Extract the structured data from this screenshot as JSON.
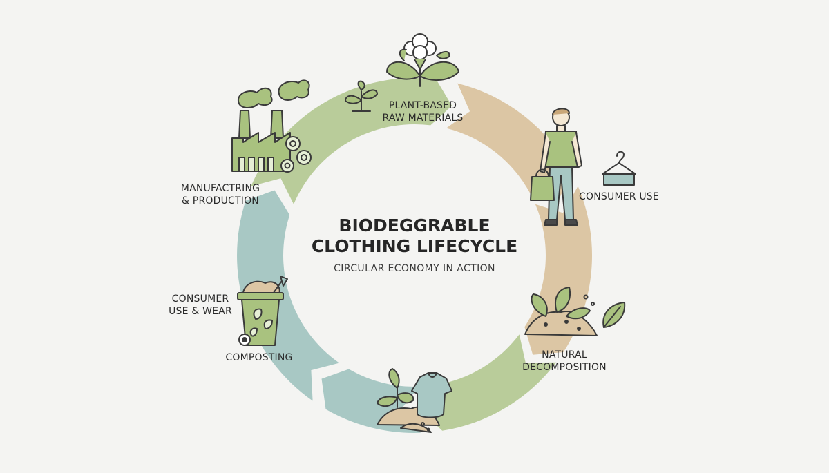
{
  "diagram": {
    "title": "BIODEGGRABLE\nCLOTHING LIFECYCLE",
    "subtitle": "CIRCULAR ECONOMY IN ACTION",
    "colors": {
      "tan": "#dcc6a4",
      "green": "#b9cc9a",
      "teal": "#a8c8c4",
      "icon_green": "#a9c27f",
      "outline": "#3a3a3a",
      "background": "#f4f4f2"
    },
    "stages": [
      {
        "id": "raw",
        "label": "PLANT-BASED\nRAW MATERIALS",
        "icon": "cotton-plant-icon"
      },
      {
        "id": "use",
        "label": "CONSUMER USE",
        "icon": "person-with-bag-icon"
      },
      {
        "id": "decomp",
        "label": "NATURAL\nDECOMPOSITION",
        "icon": "soil-leaves-icon"
      },
      {
        "id": "compost",
        "label": "COMPOSTING",
        "icon": "compost-bin-icon"
      },
      {
        "id": "wear",
        "label": "CONSUMER\nUSE & WEAR",
        "icon": "shirt-soil-icon"
      },
      {
        "id": "mfg",
        "label": "MANUFACTRING\n& PRODUCTION",
        "icon": "factory-icon"
      }
    ]
  }
}
